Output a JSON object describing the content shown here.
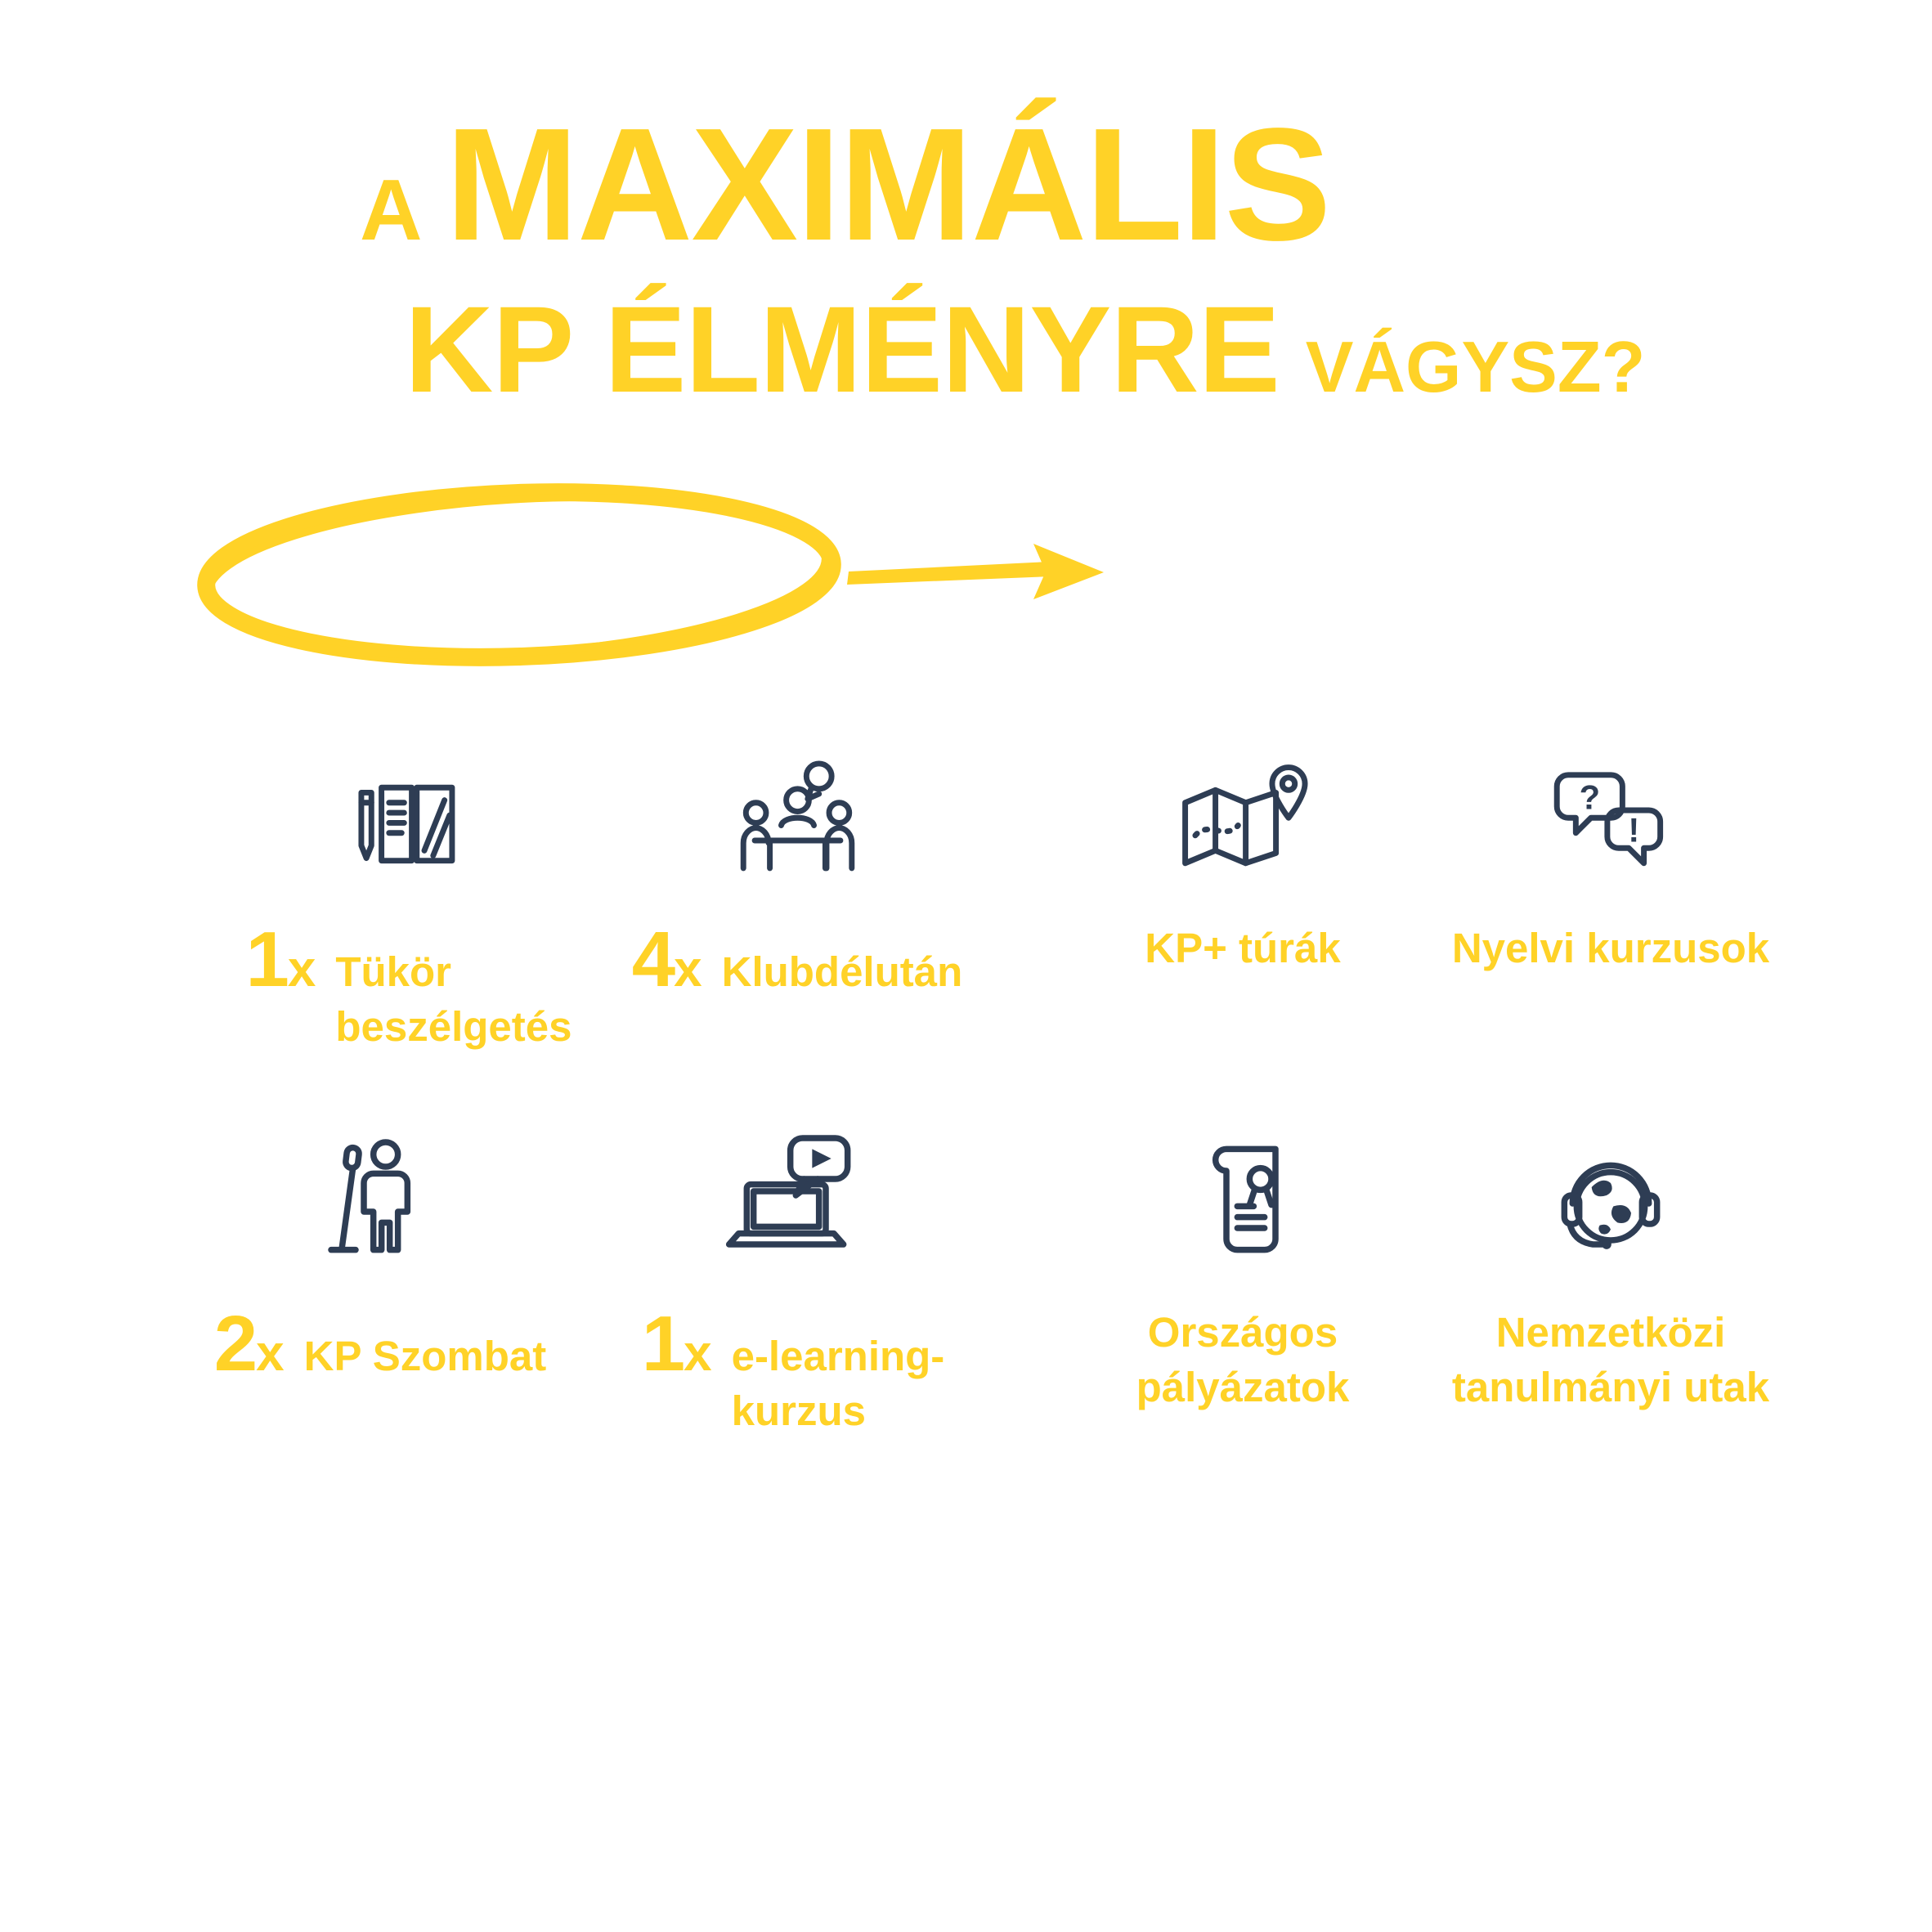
{
  "colors": {
    "yellow": "#FFD227",
    "navy": "#2E3D54"
  },
  "title": {
    "prefix": "A",
    "word1": "MAXIMÁLIS",
    "word2": "KP ÉLMÉNYRE",
    "word3": "VÁGYSZ?"
  },
  "icons": {
    "question_mark": "?",
    "exclamation_mark": "!"
  },
  "grid": {
    "items": [
      {
        "icon": "book-mirror-icon",
        "count_num": "1",
        "count_x": "x",
        "lines": [
          "Tükör",
          "beszélgetés"
        ]
      },
      {
        "icon": "group-discussion-icon",
        "count_num": "4",
        "count_x": "x",
        "lines": [
          "Klubdélután"
        ]
      },
      {
        "icon": "map-pin-icon",
        "lines": [
          "KP+ túrák"
        ]
      },
      {
        "icon": "speech-bubbles-icon",
        "lines": [
          "Nyelvi kurzusok"
        ]
      },
      {
        "icon": "speaker-microphone-icon",
        "count_num": "2",
        "count_x": "x",
        "lines": [
          "KP Szombat"
        ]
      },
      {
        "icon": "laptop-video-icon",
        "count_num": "1",
        "count_x": "x",
        "lines": [
          "e-learning-",
          "kurzus"
        ]
      },
      {
        "icon": "certificate-scroll-icon",
        "lines": [
          "Országos",
          "pályázatok"
        ]
      },
      {
        "icon": "globe-headset-icon",
        "lines": [
          "Nemzetközi",
          "tanulmányi utak"
        ]
      }
    ]
  }
}
